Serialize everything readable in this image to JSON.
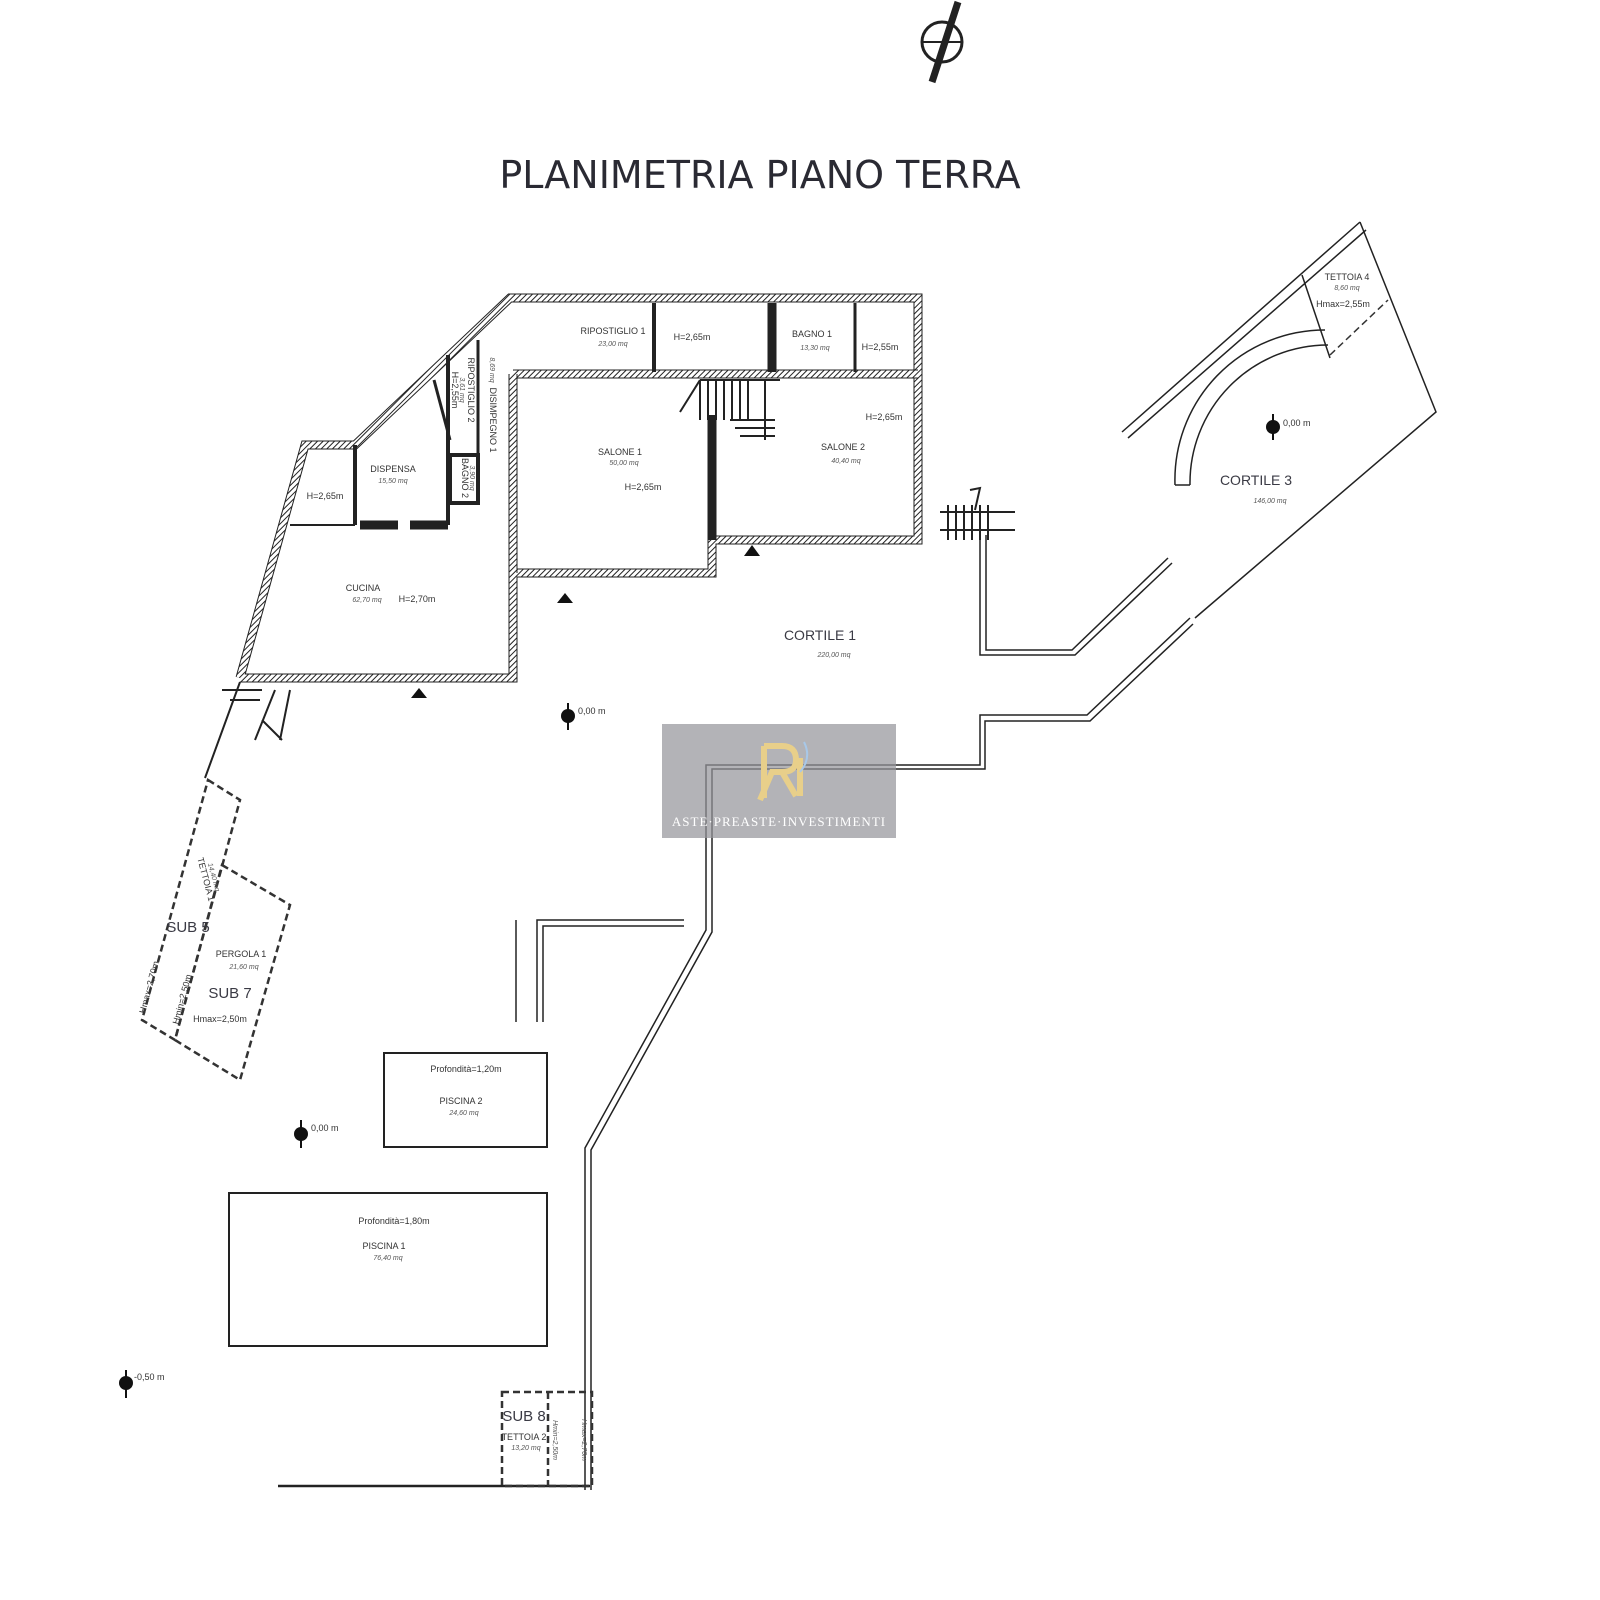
{
  "title": "PLANIMETRIA PIANO TERRA",
  "rooms": {
    "ripostiglio1": {
      "name": "RIPOSTIGLIO 1",
      "area": "23,00 mq",
      "height": "H=2,65m"
    },
    "bagno1": {
      "name": "BAGNO 1",
      "area": "13,30 mq",
      "height": "H=2,55m"
    },
    "salone1": {
      "name": "SALONE 1",
      "area": "50,00 mq",
      "height": "H=2,65m"
    },
    "salone2": {
      "name": "SALONE 2",
      "area": "40,40 mq",
      "height": "H=2,65m"
    },
    "dispensa": {
      "name": "DISPENSA",
      "area": "15,50 mq"
    },
    "small_room": {
      "height": "H=2,65m"
    },
    "cucina": {
      "name": "CUCINA",
      "area": "62,70 mq",
      "height": "H=2,70m"
    },
    "disimpegno1": {
      "name": "DISIMPEGNO 1",
      "area": "8,69 mq"
    },
    "ripostiglio2": {
      "name": "RIPOSTIGLIO 2",
      "area": "3,61 mq",
      "height": "H=2,55m"
    },
    "bagno2": {
      "name": "BAGNO 2",
      "area": "3,90 mq"
    },
    "cortile1": {
      "name": "CORTILE 1",
      "area": "220,00 mq"
    },
    "cortile3": {
      "name": "CORTILE 3",
      "area": "146,00 mq"
    },
    "tettoia4": {
      "name": "TETTOIA 4",
      "area": "8,60 mq",
      "height": "Hmax=2,55m"
    },
    "tettoia1": {
      "name": "TETTOIA 1",
      "area": "14,40 mq",
      "height_max": "Hmax=2,70m",
      "height_min": "Hmin=2,50m"
    },
    "pergola1": {
      "name": "PERGOLA 1",
      "area": "21,60 mq",
      "height": "Hmax=2,50m"
    },
    "piscina2": {
      "name": "PISCINA 2",
      "area": "24,60 mq",
      "depth": "Profondità=1,20m"
    },
    "piscina1": {
      "name": "PISCINA 1",
      "area": "76,40 mq",
      "depth": "Profondità=1,80m"
    },
    "tettoia2": {
      "name": "TETTOIA 2",
      "area": "13,20 mq",
      "height_max": "Hmax=2,70m",
      "height_min": "Hmin=2,50m"
    }
  },
  "subs": {
    "sub5": "SUB 5",
    "sub7": "SUB 7",
    "sub8": "SUB 8"
  },
  "levels": {
    "l1": "0,00 m",
    "l2": "0,00 m",
    "l3": "0,00 m",
    "l4": "-0,50 m"
  },
  "watermark": {
    "text": "ASTE·PREASTE·INVESTIMENTI",
    "logo": "RI"
  },
  "colors": {
    "lines": "#222222",
    "watermark_bg": "#96969b",
    "logo_gold": "#e8cf8a"
  }
}
